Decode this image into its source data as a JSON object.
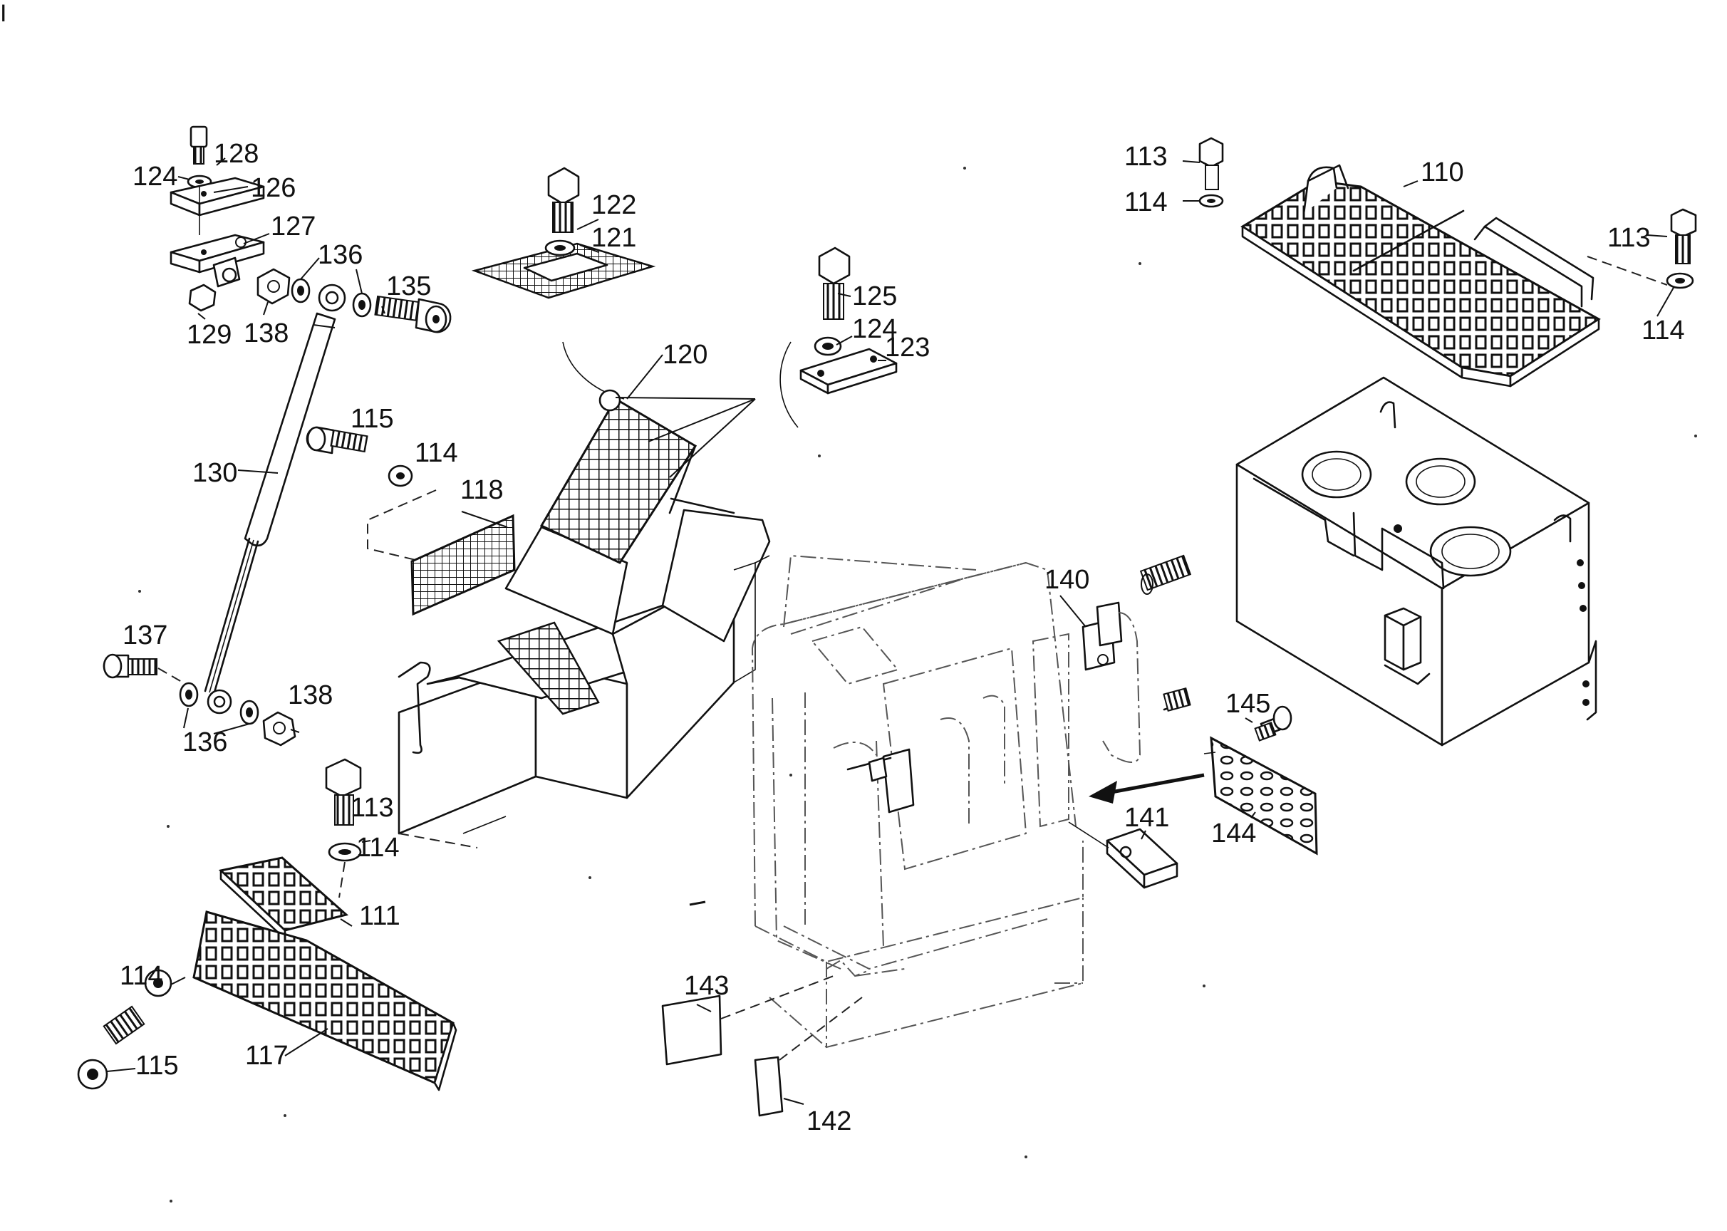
{
  "corner_mark": "I",
  "labels": {
    "l110": "110",
    "l111": "111",
    "l113a": "113",
    "l113b": "113",
    "l113c": "113",
    "l114a": "114",
    "l114b": "114",
    "l114c": "114",
    "l114d": "114",
    "l114e": "114",
    "l115a": "115",
    "l115b": "115",
    "l117": "117",
    "l118": "118",
    "l120": "120",
    "l121": "121",
    "l122": "122",
    "l123": "123",
    "l124a": "124",
    "l124b": "124",
    "l125": "125",
    "l126": "126",
    "l127": "127",
    "l128": "128",
    "l129": "129",
    "l130": "130",
    "l135": "135",
    "l136a": "136",
    "l136b": "136",
    "l137": "137",
    "l138a": "138",
    "l138b": "138",
    "l140": "140",
    "l141": "141",
    "l142": "142",
    "l143": "143",
    "l144": "144",
    "l145": "145"
  }
}
